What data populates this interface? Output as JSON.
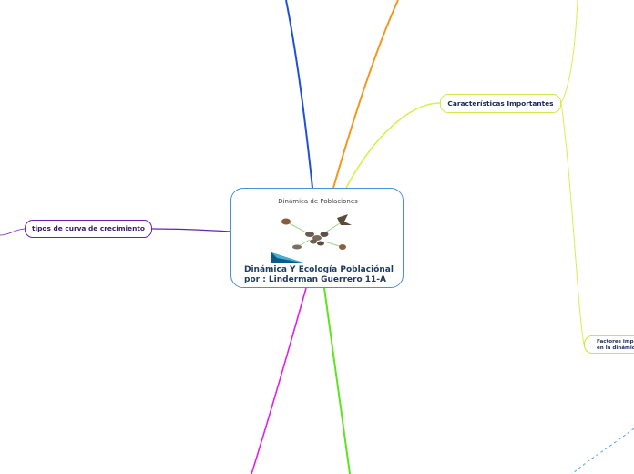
{
  "central_topic": {
    "title_line1": "Dinámica Y Ecología Poblaciónal",
    "title_line2": "por : Linderman Guerrero 11-A",
    "image_title": "Dinámica de Poblaciones"
  },
  "topics": {
    "features": "Características Importantes",
    "growth_curves": "tipos de curva de crecimiento",
    "factors": "Factores imp\nen la dinámic"
  },
  "colors": {
    "central_border": "#4a90d9",
    "blue_branch": "#1f4fe0",
    "orange_branch": "#f5961e",
    "yellow_branch": "#d8ef50",
    "purple_branch": "#6a1fb8",
    "magenta_branch": "#e020e8",
    "green_branch": "#5ee41e",
    "dashed_branch": "#5aa0e0"
  }
}
